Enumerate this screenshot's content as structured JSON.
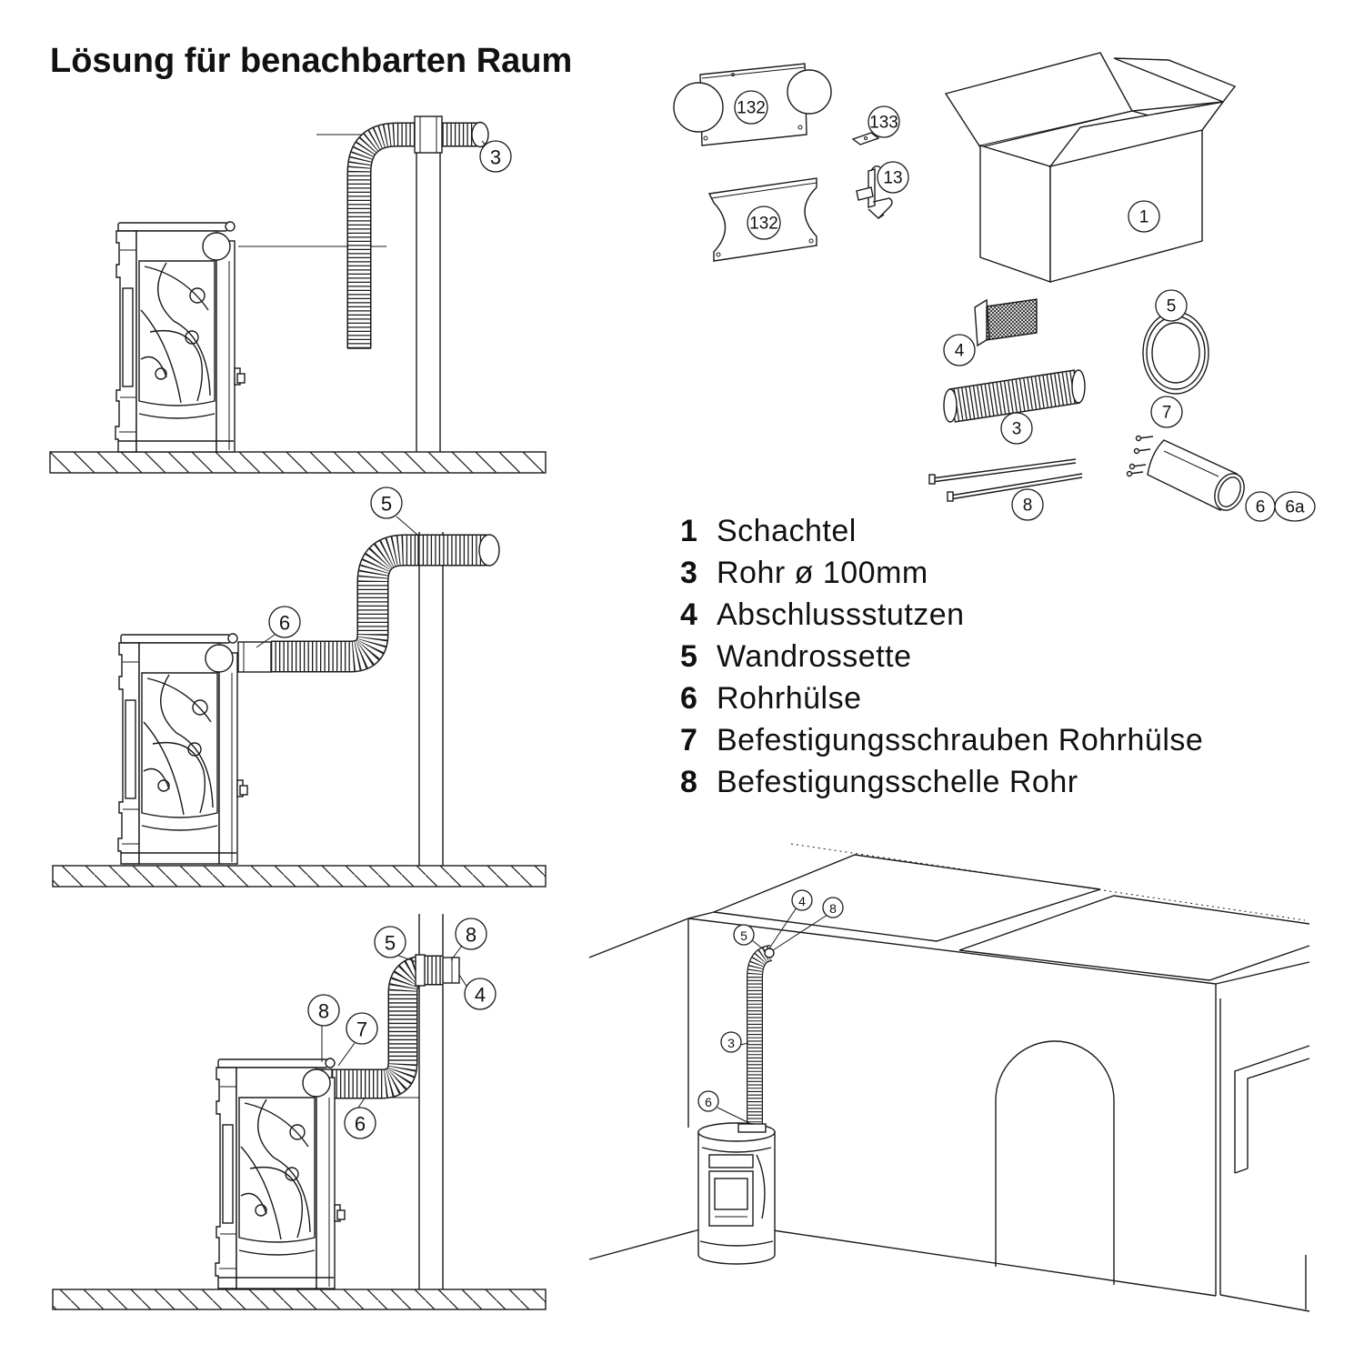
{
  "title": "Lösung für benachbarten Raum",
  "legend": [
    {
      "num": "1",
      "label": "Schachtel"
    },
    {
      "num": "3",
      "label": "Rohr ø 100mm"
    },
    {
      "num": "4",
      "label": "Abschlussstutzen"
    },
    {
      "num": "5",
      "label": "Wandrossette"
    },
    {
      "num": "6",
      "label": "Rohrhülse"
    },
    {
      "num": "7",
      "label": "Befestigungsschrauben Rohrhülse"
    },
    {
      "num": "8",
      "label": "Befestigungsschelle Rohr"
    }
  ],
  "side_view_1": {
    "callouts": [
      "3"
    ]
  },
  "side_view_2": {
    "callouts": [
      "5",
      "6"
    ]
  },
  "side_view_3": {
    "callouts": [
      "5",
      "8",
      "4",
      "8",
      "7",
      "6"
    ]
  },
  "parts": {
    "callouts": [
      "132",
      "132",
      "133",
      "13",
      "1",
      "4",
      "5",
      "3",
      "7",
      "8",
      "6",
      "6a"
    ]
  },
  "room_view": {
    "callouts": [
      "4",
      "8",
      "5",
      "3",
      "6"
    ]
  }
}
